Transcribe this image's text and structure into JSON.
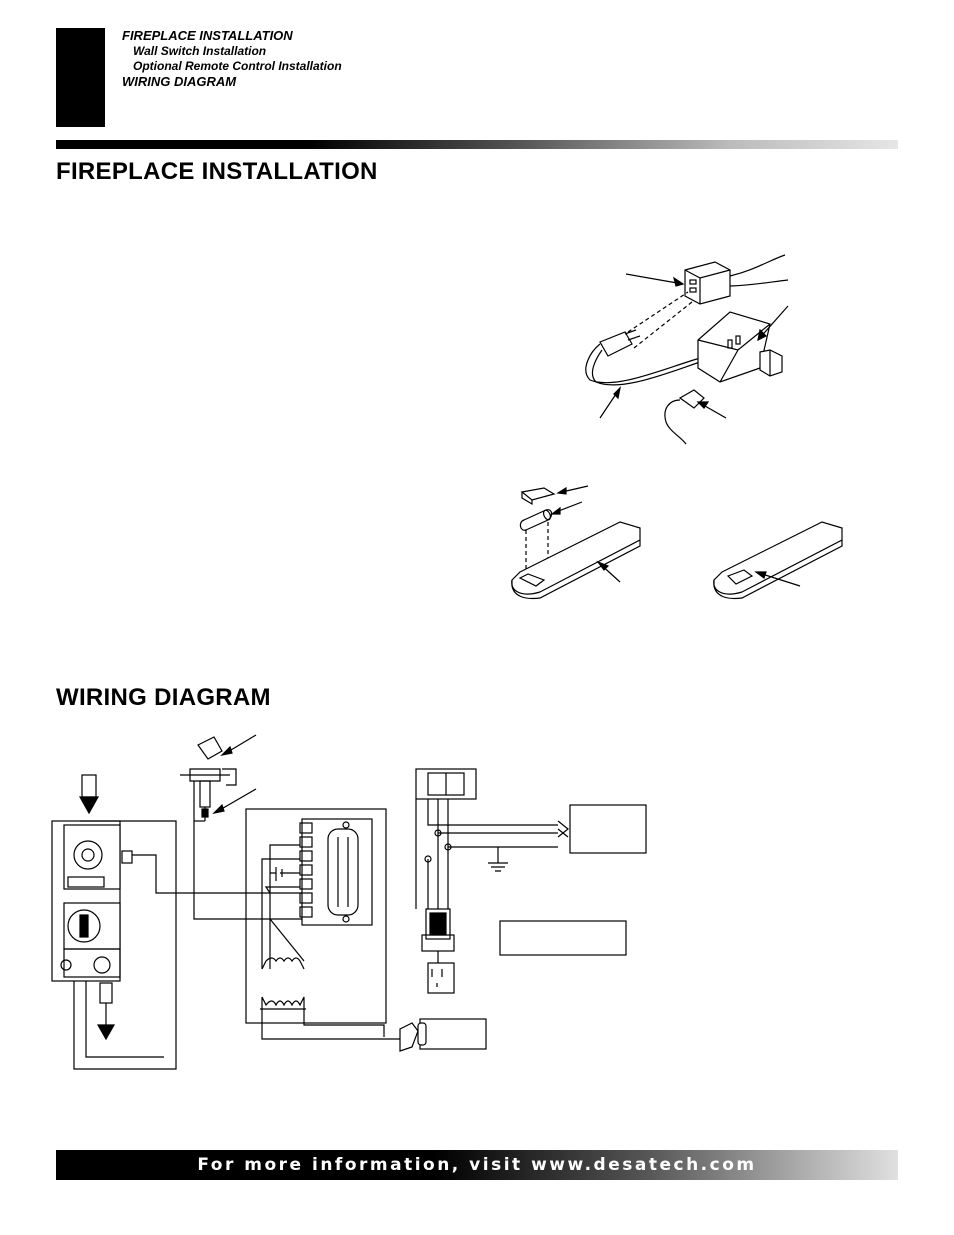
{
  "header": {
    "toc": [
      {
        "text": "FIREPLACE INSTALLATION",
        "level": 1
      },
      {
        "text": "Wall Switch Installation",
        "level": 2
      },
      {
        "text": "Optional Remote Control Installation",
        "level": 2
      },
      {
        "text": "WIRING DIAGRAM",
        "level": 1
      }
    ]
  },
  "sections": {
    "fireplace_installation": "FIREPLACE INSTALLATION",
    "wiring_diagram": "WIRING DIAGRAM"
  },
  "footer": {
    "text": "For more information, visit www.desatech.com"
  },
  "colors": {
    "ink": "#000000",
    "paper": "#ffffff"
  }
}
